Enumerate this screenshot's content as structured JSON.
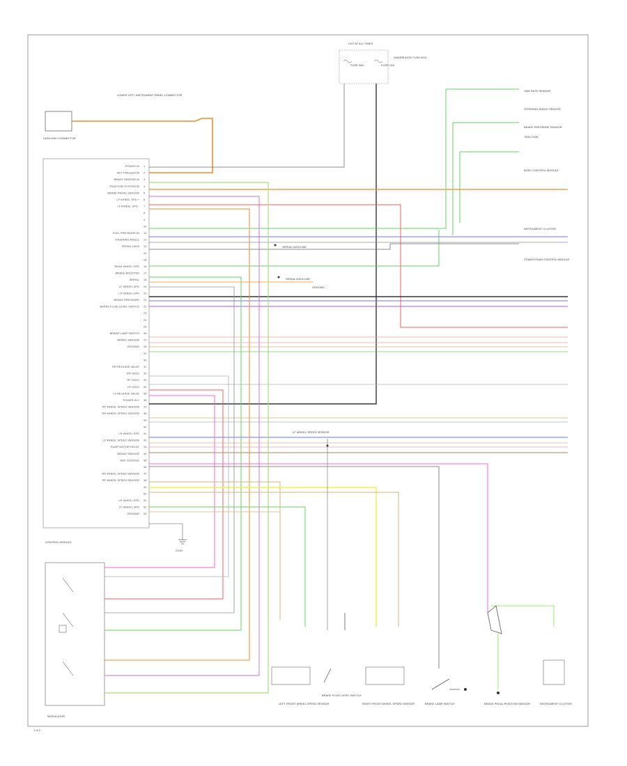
{
  "diagram": {
    "module_pin_labels": [
      "POWER IN",
      "KEY TRIGGER IN",
      "BRAKE SENSOR IN",
      "TRACTION SYSTEM IN",
      "BRAKE PEDAL SENSOR",
      "LF WHEEL SPD +",
      "LF WHEEL SPD -",
      "",
      "",
      "",
      "FUEL PRESSURE IN",
      "STEERING ANGLE",
      "SERIAL DATA",
      "",
      "",
      "REAR WHEEL SPD",
      "BRAKE BOOSTER",
      "SERIAL",
      "LF WHEEL SPD",
      "LR WHEEL SPD",
      "BRAKE PRESSURE",
      "BRAKE FLUID LEVEL SWITCH",
      "",
      "",
      "",
      "BRAKE LAMP SWITCH",
      "BRAKE SENSOR",
      "GROUND",
      "",
      "",
      "RR RELEASE VALVE",
      "RR HOLD",
      "RF HOLD",
      "LR HOLD",
      "LF RELEASE VALVE",
      "POWER IN 2",
      "RF WHEEL SPEED SENSOR",
      "RR WHEEL SPEED SENSOR",
      "",
      "",
      "LR WHEEL SPD",
      "LF WHEEL SPEED SENSOR",
      "PUMP MOTOR RELAY",
      "BRAKE SENSOR",
      "REF VOLTAGE",
      "",
      "RR WHEEL SPEED SENSOR",
      "RF WHEEL SPEED SENSOR",
      "",
      "",
      "LR WHEEL SPD",
      "LF WHEEL SPD",
      "GROUND"
    ],
    "pin_numbers": [
      "1",
      "2",
      "3",
      "4",
      "5",
      "6",
      "7",
      "8",
      "9",
      "10",
      "11",
      "12",
      "13",
      "14",
      "15",
      "16",
      "17",
      "18",
      "19",
      "20",
      "21",
      "22",
      "23",
      "24",
      "25",
      "26",
      "27",
      "28",
      "29",
      "30",
      "31",
      "32",
      "33",
      "34",
      "35",
      "36",
      "37",
      "38",
      "39",
      "40",
      "41",
      "42",
      "43",
      "44",
      "45",
      "46",
      "47",
      "48",
      "49",
      "50",
      "51",
      "52",
      "53"
    ],
    "top_fuse_block": {
      "title": "HOT AT ALL TIMES",
      "label": "UNDERHOOD FUSE BOX",
      "fuse_a": "FUSE 30A",
      "fuse_b": "FUSE 10A"
    },
    "left_top_component": {
      "label": "DATA LINK CONNECTOR"
    },
    "left_top_connector": {
      "label": "LOWER LEFT INSTRUMENT PANEL CONNECTOR"
    },
    "right_connectors": [
      "YAW RATE SENSOR",
      "STEERING ANGLE SENSOR",
      "BRAKE PRESSURE SENSOR",
      "TRACTION",
      "BODY CONTROL MODULE",
      "INSTRUMENT CLUSTER",
      "POWERTRAIN CONTROL MODULE"
    ],
    "splice_labels": [
      "SERIAL DATA LINE",
      "SERIAL DATA LINE",
      "GROUND",
      "LF WHEEL SPEED SENSOR"
    ],
    "ground_label": "G100",
    "bottom_components": [
      "LEFT FRONT WHEEL SPEED SENSOR",
      "BRAKE FLUID LEVEL SWITCH",
      "RIGHT FRONT WHEEL SPEED SENSOR",
      "BRAKE LAMP SWITCH",
      "BRAKE PEDAL POSITION SENSOR",
      "INSTRUMENT CLUSTER"
    ],
    "left_bottom_module": {
      "label": "CONTROL MODULE",
      "sub": "MODULATOR"
    },
    "page_number": "1 of 2"
  },
  "colors": {
    "frame": "#9a9a9a",
    "wire_black": "#333333",
    "wire_gray": "#8c8c8c",
    "wire_orange": "#f28c28",
    "wire_green": "#5cd65c",
    "wire_blue": "#6f6fff",
    "wire_red": "#ff5a5a",
    "wire_pink": "#ff66cc",
    "wire_yellow": "#f0f040",
    "wire_tan": "#d9b37a",
    "wire_purple": "#b057d6",
    "wire_lightgreen": "#a5e07a"
  }
}
